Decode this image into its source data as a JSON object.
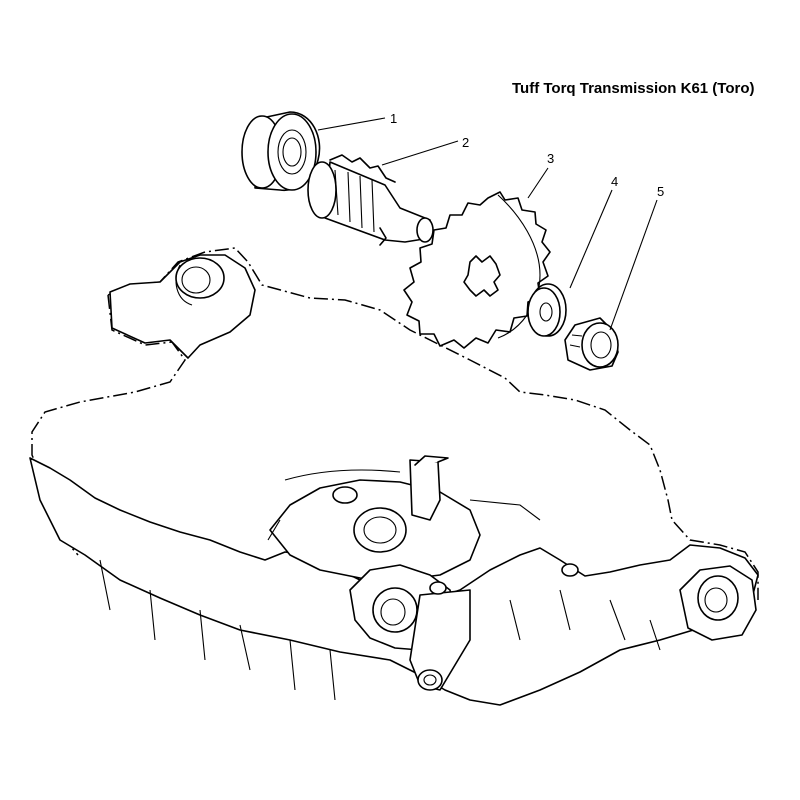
{
  "title": "Tuff Torq Transmission K61 (Toro)",
  "callouts": [
    {
      "number": "1",
      "part": "bearing"
    },
    {
      "number": "2",
      "part": "pinion-shaft"
    },
    {
      "number": "3",
      "part": "sprocket-gear"
    },
    {
      "number": "4",
      "part": "washer"
    },
    {
      "number": "5",
      "part": "bushing"
    }
  ]
}
